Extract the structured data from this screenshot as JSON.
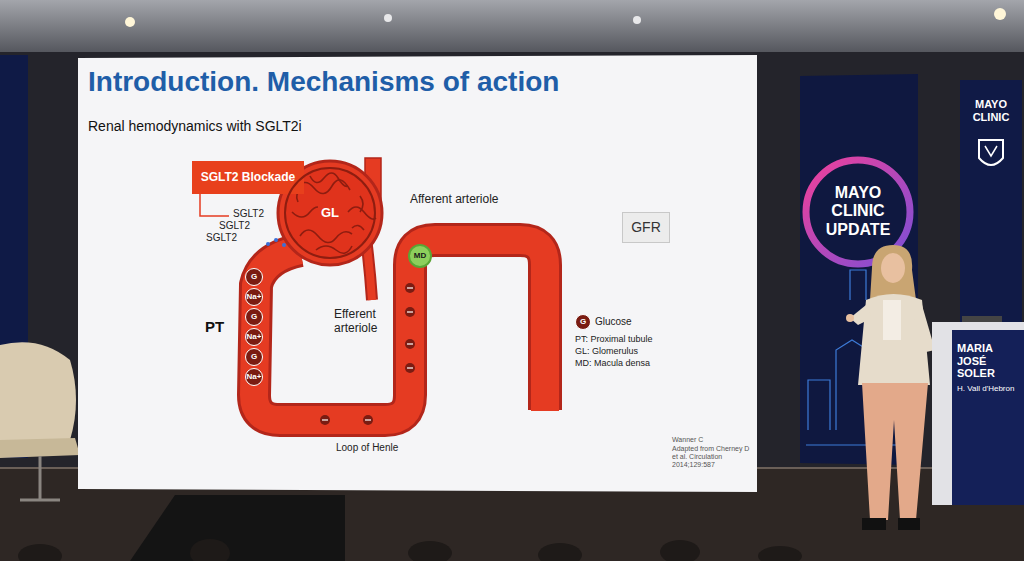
{
  "diagram": {
    "title": "Introduction. Mechanisms of action",
    "nodes": [
      {
        "text": [
          "SGLT2 Blockade"
        ]
      },
      {
        "text": [
          "GL"
        ]
      },
      {
        "text": [
          "MD"
        ]
      },
      {
        "text": [
          "GFR"
        ]
      },
      {
        "text": [
          "G"
        ]
      },
      {
        "text": [
          "Na+"
        ]
      },
      {
        "text": [
          "G"
        ]
      },
      {
        "text": [
          "Na+"
        ]
      },
      {
        "text": [
          "G"
        ]
      },
      {
        "text": [
          "Na+"
        ]
      },
      {
        "text": [
          "G",
          "Glucose"
        ]
      }
    ],
    "labels": [
      "Renal hemodynamics with SGLT2i",
      "SGLT2",
      "SGLT2",
      "SGLT2",
      "Afferent arteriole",
      "Efferent arteriole",
      "PT",
      "Loop of Henle",
      "PT: Proximal tubule",
      "GL: Glomerulus",
      "MD: Macula densa",
      "Wanner C",
      "Adapted from Cherney D et al. Circulation 2014;129:587",
      "MAYO CLINIC UPDATE",
      "MAYO CLINIC",
      "MARIA JOSÉ SOLER",
      "H. Vall d'Hebron"
    ]
  }
}
